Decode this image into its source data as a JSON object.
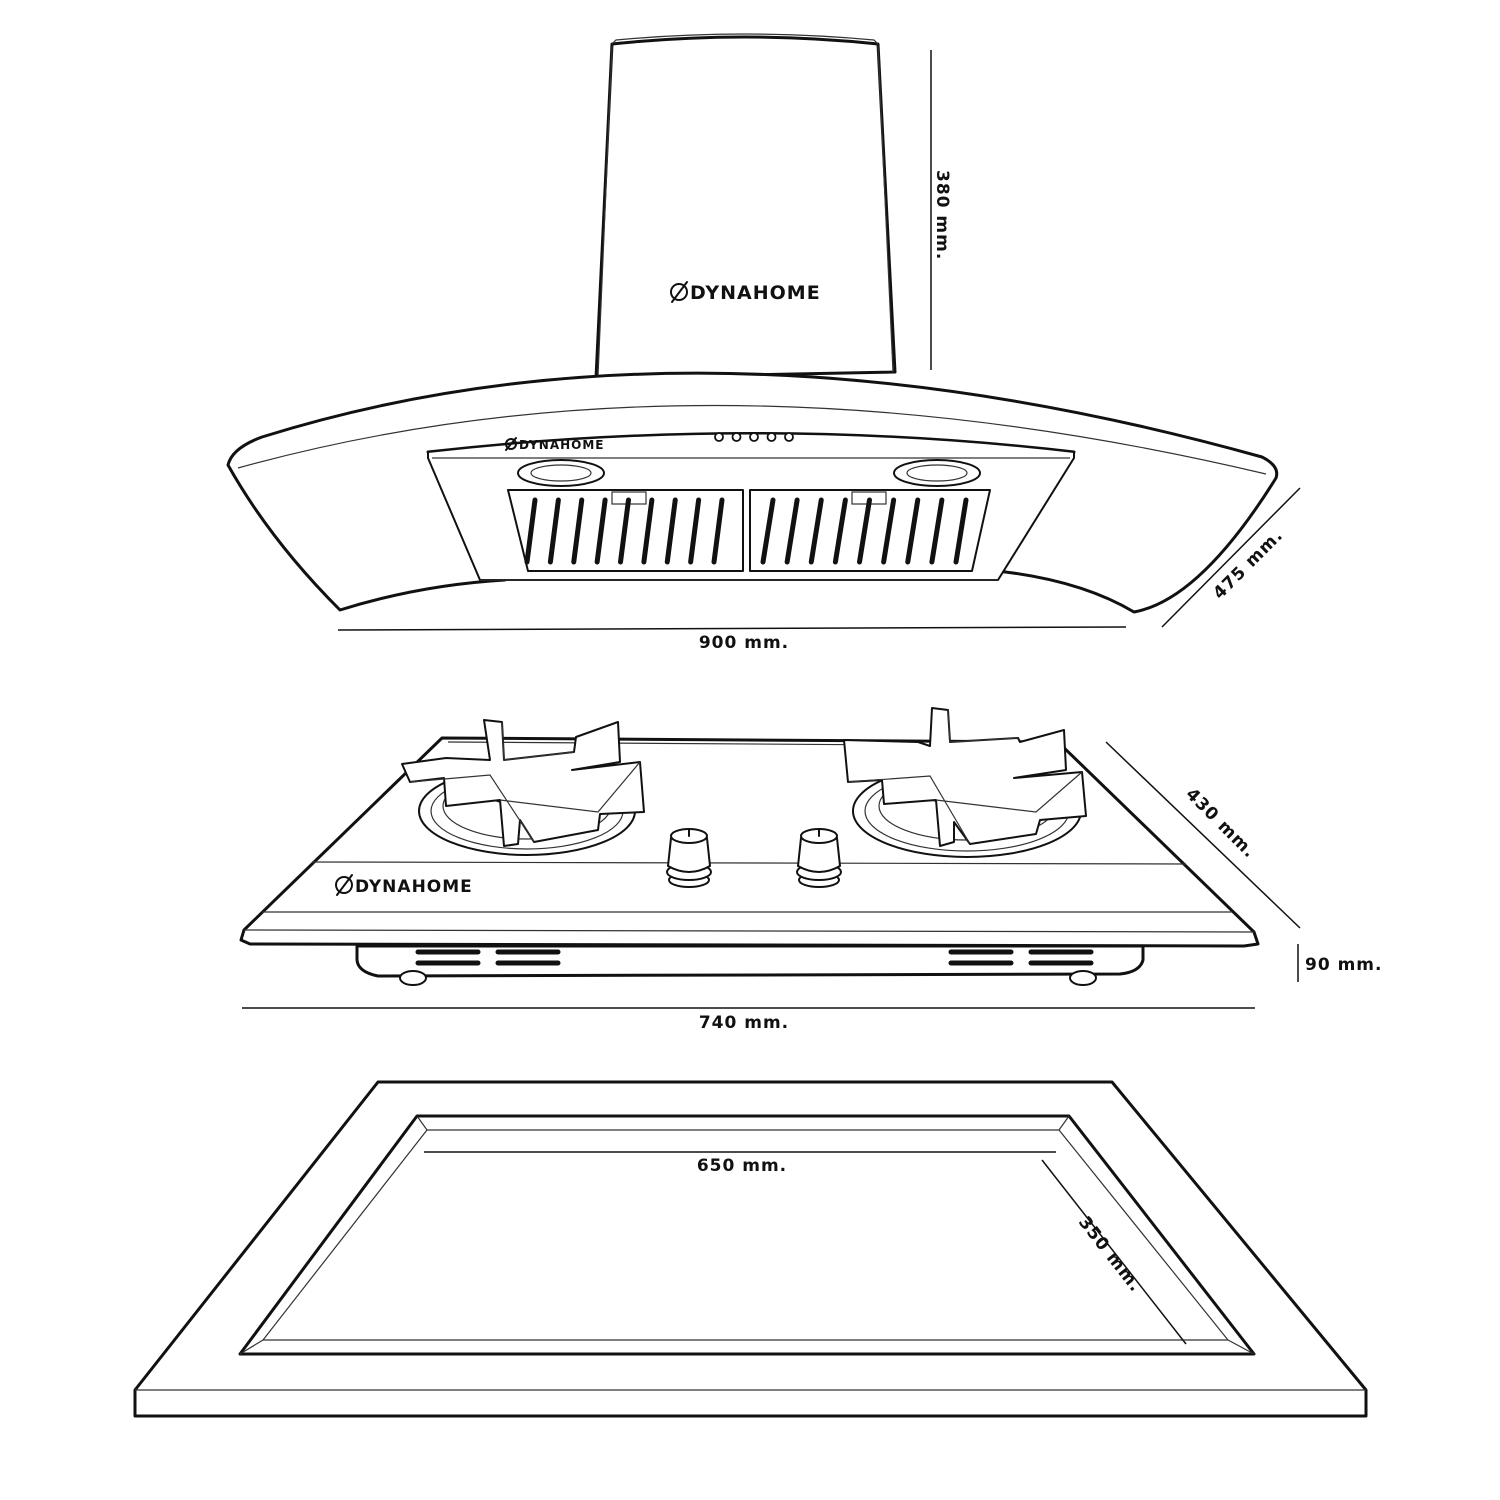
{
  "brand": {
    "name": "DYNAHOME",
    "logo_icon": "slashed-circle-logo-icon"
  },
  "hood": {
    "height_label": "380 mm.",
    "depth_label": "475 mm.",
    "width_label": "900 mm.",
    "control_buttons": 5
  },
  "hob": {
    "depth_label": "430 mm.",
    "height_label": "90 mm.",
    "width_label": "740 mm.",
    "burners": 2,
    "knobs": 2
  },
  "cutout": {
    "width_label": "650 mm.",
    "depth_label": "350 mm."
  },
  "colors": {
    "line": "#111111",
    "background": "#ffffff"
  }
}
